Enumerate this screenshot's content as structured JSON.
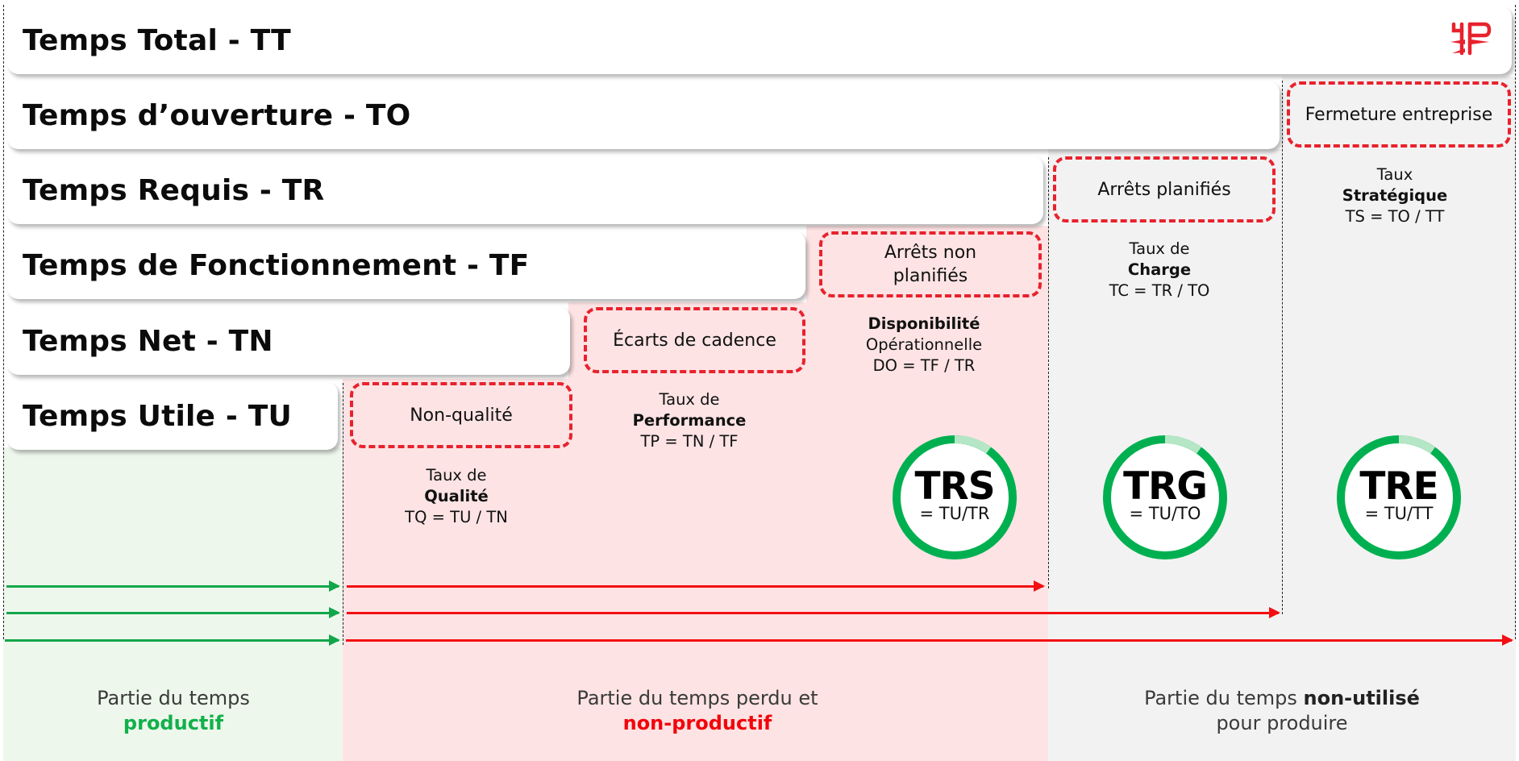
{
  "bars": [
    {
      "id": "tt",
      "label": "Temps Total - TT"
    },
    {
      "id": "to",
      "label": "Temps d’ouverture - TO"
    },
    {
      "id": "tr",
      "label": "Temps Requis - TR"
    },
    {
      "id": "tf",
      "label": "Temps de Fonctionnement - TF"
    },
    {
      "id": "tn",
      "label": "Temps Net - TN"
    },
    {
      "id": "tu",
      "label": "Temps Utile - TU"
    }
  ],
  "losses": {
    "fermeture": "Fermeture entreprise",
    "arrets_planifies": "Arrêts planifiés",
    "arrets_non_planifies_1": "Arrêts non",
    "arrets_non_planifies_2": "planifiés",
    "ecarts_cadence": "Écarts de cadence",
    "non_qualite": "Non-qualité"
  },
  "rates": {
    "strategique": {
      "line1": "Taux",
      "bold": "Stratégique",
      "formula": "TS = TO / TT"
    },
    "charge": {
      "line1": "Taux de",
      "bold": "Charge",
      "formula": "TC = TR / TO"
    },
    "disponibilite": {
      "bold": "Disponibilité",
      "line2": "Opérationnelle",
      "formula": "DO = TF / TR"
    },
    "performance": {
      "line1": "Taux de",
      "bold": "Performance",
      "formula": "TP = TN / TF"
    },
    "qualite": {
      "line1": "Taux de",
      "bold": "Qualité",
      "formula": "TQ = TU / TN"
    }
  },
  "gauges": [
    {
      "id": "trs",
      "title": "TRS",
      "formula": "= TU/TR"
    },
    {
      "id": "trg",
      "title": "TRG",
      "formula": "= TU/TO"
    },
    {
      "id": "tre",
      "title": "TRE",
      "formula": "= TU/TT"
    }
  ],
  "footer": {
    "productive": {
      "line1": "Partie du temps",
      "emphasis": "productif"
    },
    "lost": {
      "line1": "Partie du temps perdu et",
      "emphasis": "non-productif"
    },
    "unused": {
      "prefix": "Partie du temps ",
      "emphasis": "non-utilisé",
      "line2": "pour produire"
    }
  },
  "colors": {
    "loss_border": "#e8222d",
    "gauge_green": "#00b050",
    "gauge_light": "#b5e6c5",
    "arrow_green": "#12a64a",
    "arrow_red": "#f20f12",
    "zone_productive": "#eef7ec",
    "zone_lost": "#fde3e4",
    "zone_unused": "#f2f2f2",
    "logo_red": "#e8222d"
  }
}
